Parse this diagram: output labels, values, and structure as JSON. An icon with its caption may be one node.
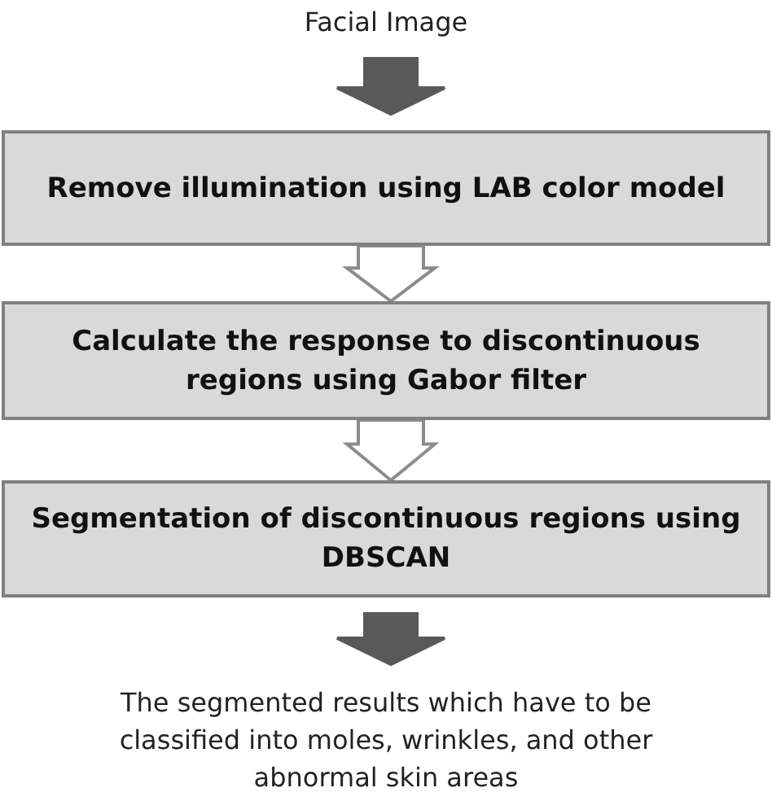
{
  "diagram": {
    "nodes": [
      {
        "text": [
          "Facial Image"
        ]
      },
      {
        "text": [
          "Remove illumination using LAB color model"
        ]
      },
      {
        "text": [
          "Calculate the response to discontinuous regions using Gabor filter"
        ]
      },
      {
        "text": [
          "Segmentation of discontinuous regions using  DBSCAN"
        ]
      },
      {
        "text": [
          "The segmented results which have to be classified into moles, wrinkles, and other abnormal skin areas"
        ]
      }
    ],
    "edges": [
      {
        "from": 0,
        "to": 1,
        "arrow": "to",
        "color": "#595959"
      },
      {
        "from": 1,
        "to": 2,
        "arrow": "to"
      },
      {
        "from": 2,
        "to": 3,
        "arrow": "to"
      },
      {
        "from": 3,
        "to": 4,
        "arrow": "to",
        "color": "#595959"
      }
    ]
  }
}
